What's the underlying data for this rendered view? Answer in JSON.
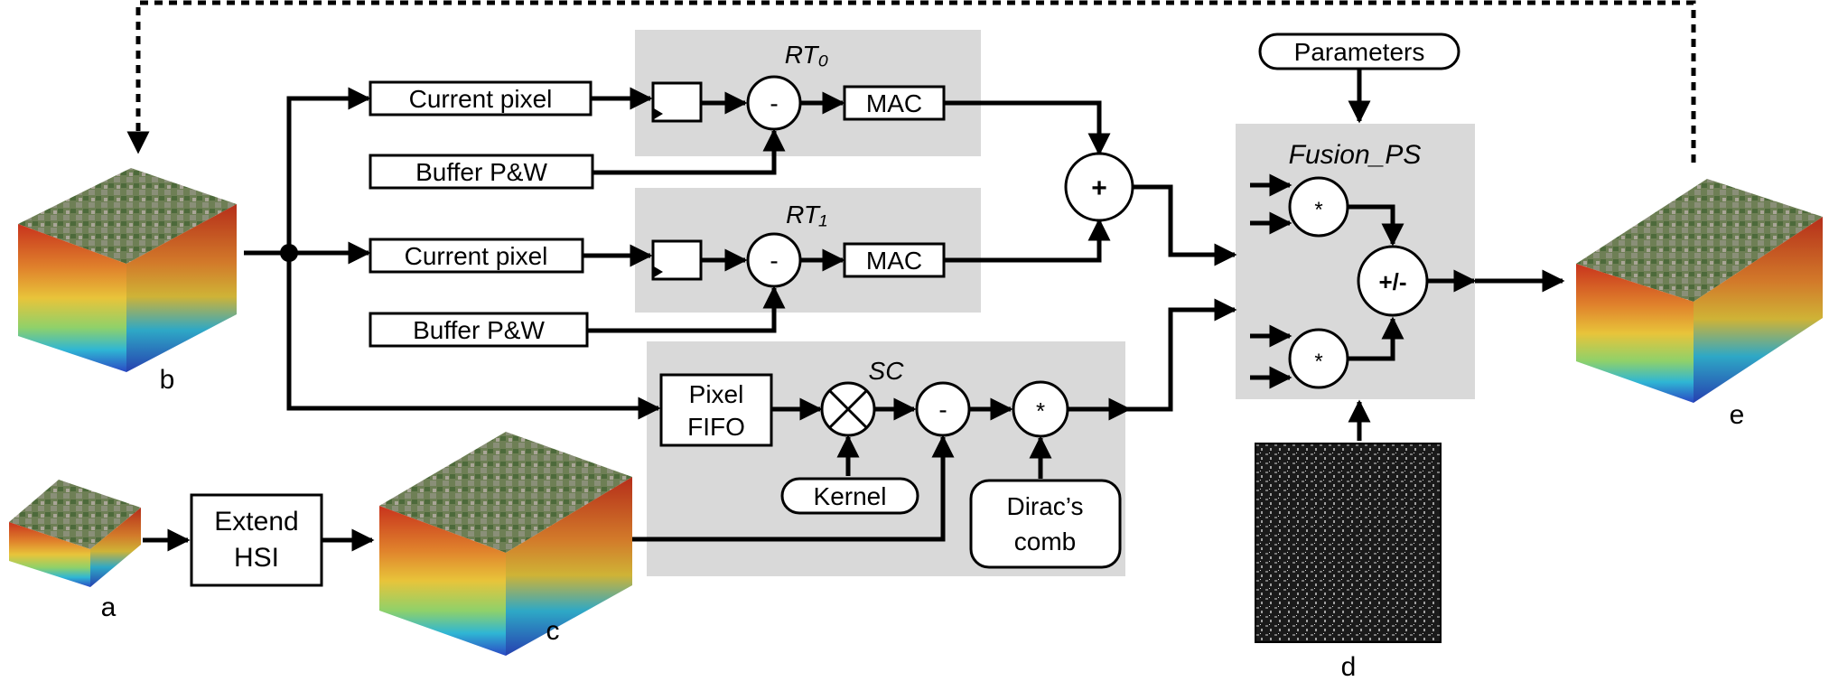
{
  "blocks": {
    "rt0_title": "RT₀",
    "rt1_title": "RT₁",
    "sc_title": "SC",
    "fusion_title": "Fusion_PS"
  },
  "boxes": {
    "current_pixel_0": "Current pixel",
    "current_pixel_1": "Current pixel",
    "buffer_pw_0": "Buffer P&W",
    "buffer_pw_1": "Buffer P&W",
    "mac_0": "MAC",
    "mac_1": "MAC",
    "pixel_fifo_line1": "Pixel",
    "pixel_fifo_line2": "FIFO",
    "extend_hsi_line1": "Extend",
    "extend_hsi_line2": "HSI",
    "kernel": "Kernel",
    "dirac_line1": "Dirac’s",
    "dirac_line2": "comb",
    "parameters": "Parameters"
  },
  "operators": {
    "minus_rt0": "-",
    "minus_rt1": "-",
    "plus": "+",
    "minus_sc": "-",
    "mult_sc": "*",
    "mult_fusion_top": "*",
    "mult_fusion_bottom": "*",
    "plus_minus": "+/-"
  },
  "image_labels": {
    "a": "a",
    "b": "b",
    "c": "c",
    "d": "d",
    "e": "e"
  },
  "colors": {
    "block_fill": "#d9d9d9",
    "stroke": "#000000",
    "cube_top_green": "#5f7a4a",
    "cube_side_red": "#d23a1f",
    "cube_side_yellow": "#e7c53a",
    "cube_side_cyan": "#30b8d6",
    "cube_side_blue": "#2a4cc8"
  }
}
